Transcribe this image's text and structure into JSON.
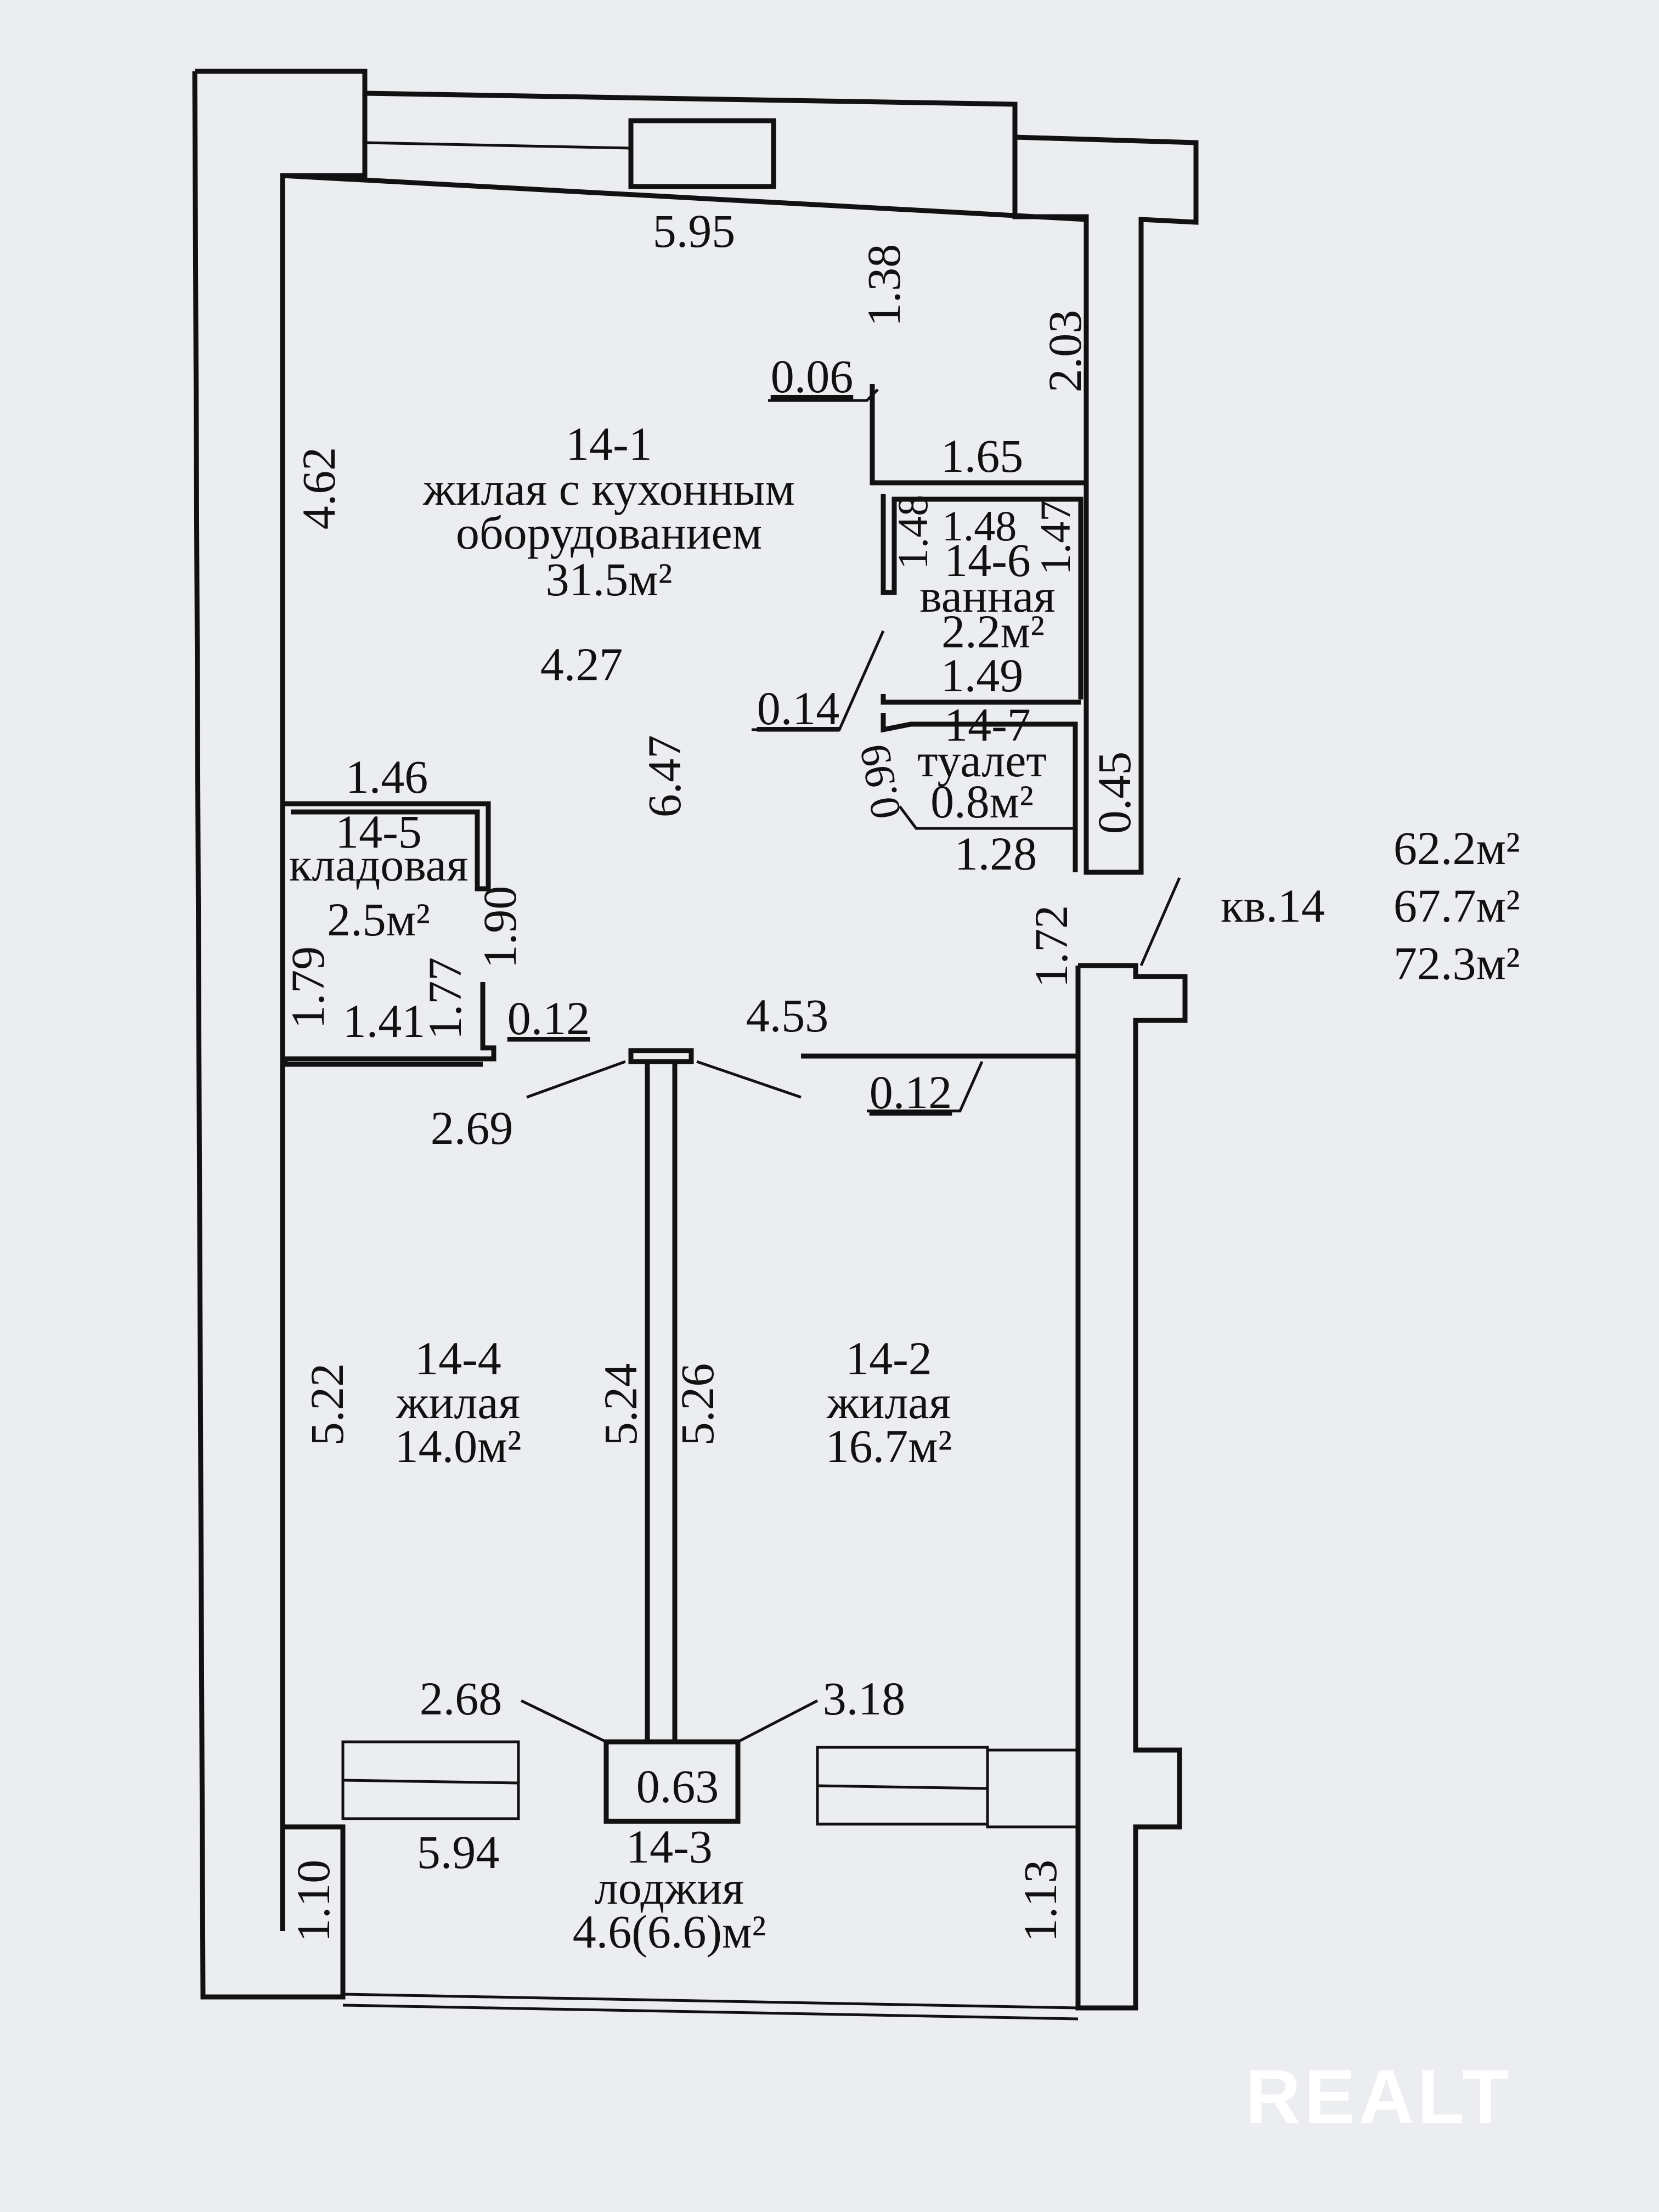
{
  "apartment": {
    "label": "кв.14",
    "areas": [
      "62.2м²",
      "67.7м²",
      "72.3м²"
    ]
  },
  "rooms": {
    "r1": {
      "id": "14-1",
      "line1": "жилая с кухонным",
      "line2": "оборудованием",
      "area": "31.5м²"
    },
    "r2": {
      "id": "14-2",
      "name": "жилая",
      "area": "16.7м²"
    },
    "r3": {
      "id": "14-3",
      "name": "лоджия",
      "area": "4.6(6.6)м²"
    },
    "r4": {
      "id": "14-4",
      "name": "жилая",
      "area": "14.0м²"
    },
    "r5": {
      "id": "14-5",
      "name": "кладовая",
      "area": "2.5м²"
    },
    "r6": {
      "id": "14-6",
      "name": "ванная",
      "area": "2.2м²"
    },
    "r7": {
      "id": "14-7",
      "name": "туалет",
      "area": "0.8м²"
    }
  },
  "dims": {
    "top_width": "5.95",
    "kitchen_top": "1.38",
    "kitchen_right": "2.03",
    "post_small": "0.06",
    "bath_top": "1.65",
    "kitchen_left": "4.62",
    "bath_w": "1.48",
    "bath_h_left": "1.48",
    "bath_h_right": "1.47",
    "bath_bottom": "1.49",
    "kitchen_mid": "4.27",
    "partition_014": "0.14",
    "kitchen_depth": "6.47",
    "toilet_diag": "0.99",
    "right_post": "0.45",
    "toilet_bottom": "1.28",
    "pantry_top": "1.46",
    "pantry_height": "1.90",
    "entry_width": "1.72",
    "pantry_left": "1.79",
    "pantry_inner": "1.77",
    "pantry_bottom": "1.41",
    "pantry_wall": "0.12",
    "room2_top": "4.53",
    "room2_wall": "0.12",
    "room4_top": "2.69",
    "room4_left": "5.22",
    "room4_right": "5.24",
    "room2_left": "5.26",
    "room4_bottom": "2.68",
    "room2_bottom": "3.18",
    "loggia_post": "0.63",
    "loggia_width": "5.94",
    "loggia_left": "1.10",
    "loggia_right": "1.13"
  },
  "watermark": "REALT"
}
